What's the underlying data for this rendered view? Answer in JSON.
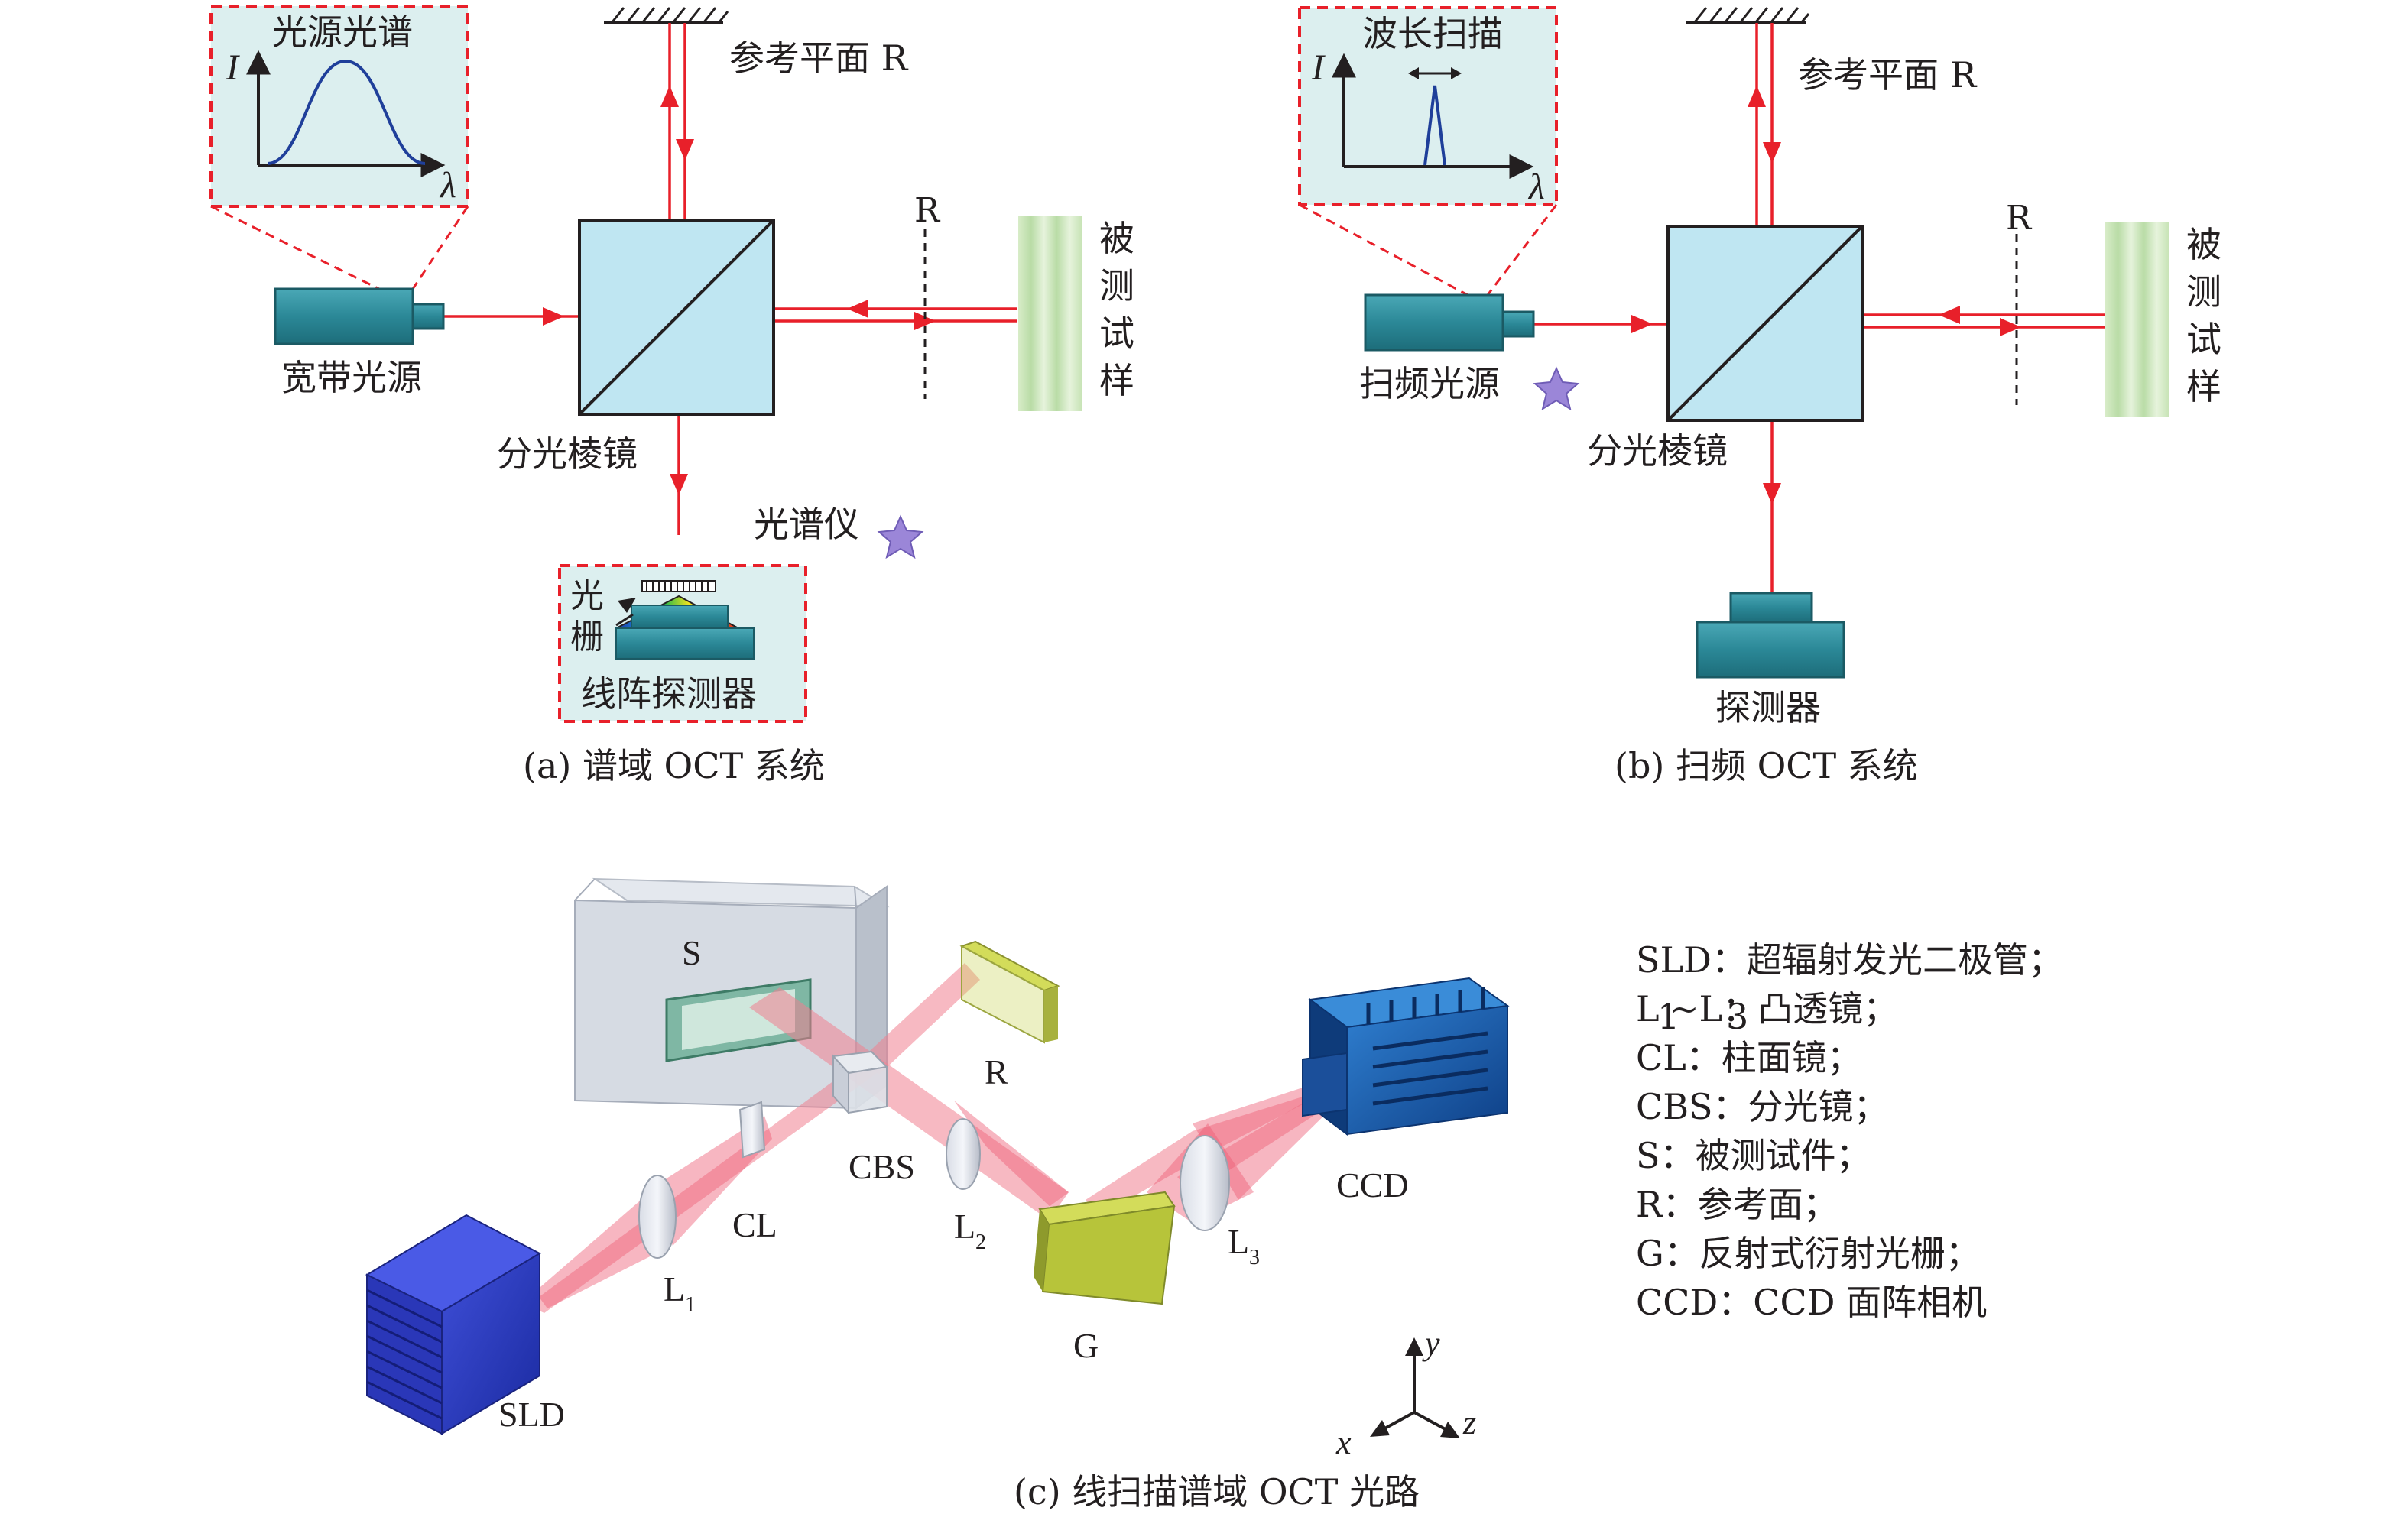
{
  "panel_a": {
    "inset_title": "光源光谱",
    "axis_I": "I",
    "axis_lambda": "λ",
    "source_label": "宽带光源",
    "reference_label": "参考平面 R",
    "r_marker": "R",
    "sample_chars": [
      "被",
      "测",
      "试",
      "样"
    ],
    "splitter_label": "分光棱镜",
    "spectrometer_label": "光谱仪",
    "grating_chars": [
      "光",
      "栅"
    ],
    "detector_label": "线阵探测器",
    "caption": "(a) 谱域 OCT 系统"
  },
  "panel_b": {
    "inset_title": "波长扫描",
    "axis_I": "I",
    "axis_lambda": "λ",
    "source_label": "扫频光源",
    "reference_label": "参考平面 R",
    "r_marker": "R",
    "sample_chars": [
      "被",
      "测",
      "试",
      "样"
    ],
    "splitter_label": "分光棱镜",
    "detector_label": "探测器",
    "caption": "(b) 扫频 OCT 系统"
  },
  "panel_c": {
    "labels": {
      "S": "S",
      "R": "R",
      "CBS": "CBS",
      "CL": "CL",
      "L1": "L",
      "L1_sub": "1",
      "L2": "L",
      "L2_sub": "2",
      "L3": "L",
      "L3_sub": "3",
      "G": "G",
      "CCD": "CCD",
      "SLD": "SLD",
      "axis_x": "x",
      "axis_y": "y",
      "axis_z": "z"
    },
    "legend": [
      "SLD：超辐射发光二极管；",
      "~L：凸透镜；",
      "CL：柱面镜；",
      "CBS：分光镜；",
      "S：被测试件；",
      "R：参考面；",
      "G：反射式衍射光栅；",
      "CCD：CCD 面阵相机"
    ],
    "legend_L_prefix": "L",
    "legend_L1_sub": "1",
    "legend_L3_sub": "3",
    "caption": "(c) 线扫描谱域 OCT 光路"
  },
  "colors": {
    "beam": "#e8202a",
    "inset_bg": "#dcefef",
    "inset_border": "#e8202a",
    "device": "#2e8a98",
    "splitter": "#bfe6f2",
    "spectrum_curve": "#1f3f9a",
    "sample": "#c8e2b8",
    "star": "#9b86d8"
  }
}
